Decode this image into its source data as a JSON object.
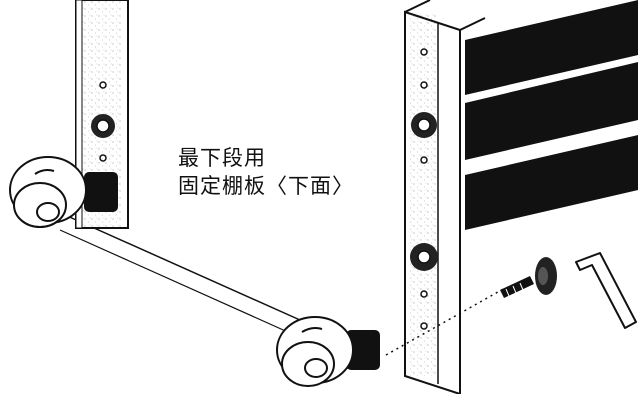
{
  "annotation": {
    "line1": "最下段用",
    "line2": "固定棚板〈下面〉"
  },
  "colors": {
    "ink": "#111111",
    "panel_fill": "#ffffff",
    "shelf_fill": "#111111",
    "background": "#ffffff"
  },
  "icons": [
    "left-post",
    "right-post",
    "fixed-shelf-board",
    "caster-wheel",
    "bolt",
    "washer",
    "hex-key"
  ]
}
